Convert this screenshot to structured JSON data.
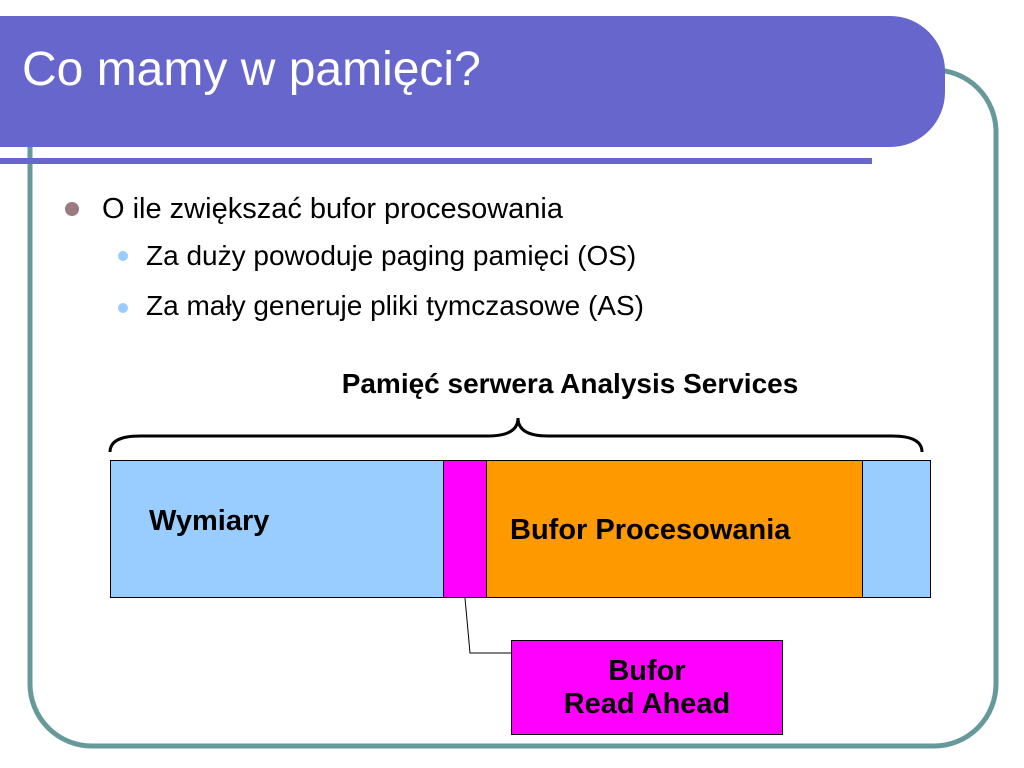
{
  "slide": {
    "title": "Co mamy w pamięci?",
    "bullets": [
      {
        "text": "O ile zwiększać bufor procesowania",
        "level": 1
      },
      {
        "text": "Za duży powoduje paging pamięci (OS)",
        "level": 2
      },
      {
        "text": "Za mały generuje pliki tymczasowe (AS)",
        "level": 2
      }
    ]
  },
  "diagram": {
    "memory_title": "Pamięć serwera Analysis Services",
    "segments": {
      "dimensions": "Wymiary",
      "processing_buffer": "Bufor Procesowania"
    },
    "callout": {
      "line1": "Bufor",
      "line2": "Read Ahead"
    }
  },
  "colors": {
    "title_bar": "#6666cc",
    "frame": "#669999",
    "bullet_l1": "#9b7a80",
    "bullet_l2": "#99ccff",
    "segment_blue": "#99ccff",
    "segment_magenta": "#ff00ff",
    "segment_orange": "#ff9900"
  }
}
